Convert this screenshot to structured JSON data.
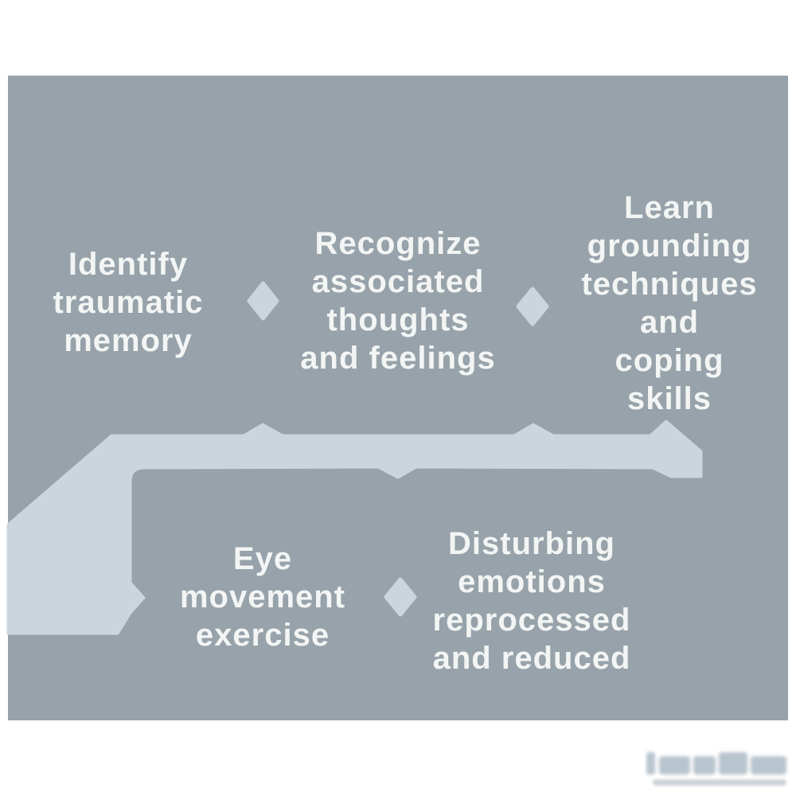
{
  "diagram": {
    "type": "process-flow",
    "colors": {
      "page": "#ffffff",
      "panel": "#97a2aa",
      "ribbon": "#cad5dd",
      "text": "#f2f5f4",
      "watermark": "#b9c5ce",
      "watermark_sub": "#ccd4da"
    },
    "steps": [
      {
        "id": "step-1",
        "row": 1,
        "label": "Identify\ntraumatic\nmemory"
      },
      {
        "id": "step-2",
        "row": 1,
        "label": "Recognize\nassociated\nthoughts\nand feelings"
      },
      {
        "id": "step-3",
        "row": 1,
        "label": "Learn\ngrounding\ntechniques\nand coping\nskills"
      },
      {
        "id": "step-4",
        "row": 2,
        "label": "Eye\nmovement\nexercise"
      },
      {
        "id": "step-5",
        "row": 2,
        "label": "Disturbing\nemotions\nreprocessed\nand reduced"
      }
    ],
    "connectors": [
      {
        "shape": "diamond",
        "between": [
          "step-1",
          "step-2"
        ]
      },
      {
        "shape": "diamond",
        "between": [
          "step-2",
          "step-3"
        ]
      },
      {
        "shape": "diamond",
        "between": [
          "step-4",
          "step-5"
        ]
      }
    ],
    "ribbon": {
      "description": "light ribbon running under row 1, folded arrow end at right, bends down-left then points right into row 2"
    },
    "watermark": {
      "icon": "blurred-logo",
      "text_legible": false
    }
  }
}
